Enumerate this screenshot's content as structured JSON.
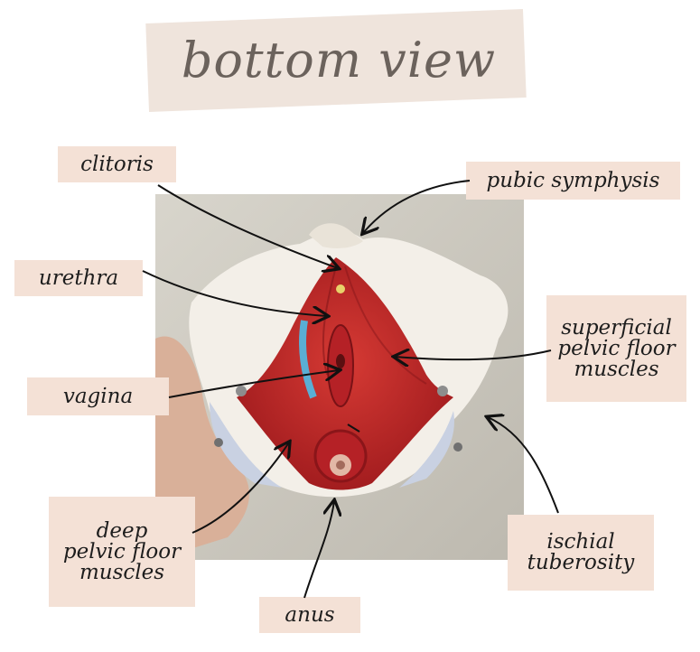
{
  "title": "bottom view",
  "labels": {
    "clitoris": "clitoris",
    "pubic_symphysis": "pubic symphysis",
    "urethra": "urethra",
    "superficial_line1": "superficial",
    "superficial_line2": "pelvic floor",
    "superficial_line3": "muscles",
    "vagina": "vagina",
    "deep_line1": "deep",
    "deep_line2": "pelvic floor",
    "deep_line3": "muscles",
    "ischial_line1": "ischial",
    "ischial_line2": "tuberosity",
    "anus": "anus"
  },
  "colors": {
    "title_band": "#efe4dc",
    "label_band": "#f4e1d6",
    "title_text": "#6b625c",
    "muscle_red": "#c8282a",
    "bone": "#f3efe8",
    "backdrop": "#cfccc2"
  }
}
